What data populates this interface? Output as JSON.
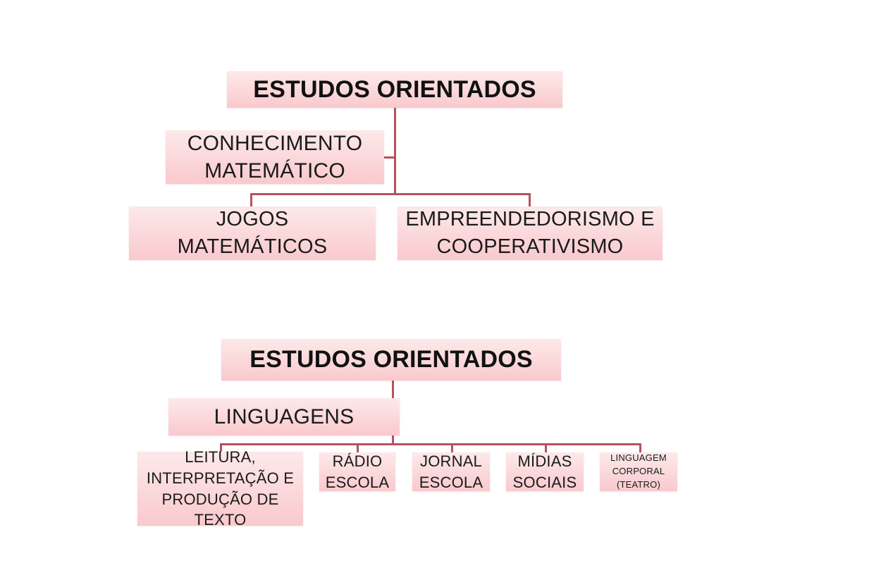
{
  "diagrams": [
    {
      "root": "ESTUDOS ORIENTADOS",
      "branch": "CONHECIMENTO\nMATEMÁTICO",
      "children": [
        "JOGOS\nMATEMÁTICOS",
        "EMPREENDEDORISMO E\nCOOPERATIVISMO"
      ]
    },
    {
      "root": "ESTUDOS ORIENTADOS",
      "branch": "LINGUAGENS",
      "children": [
        "LEITURA,\nINTERPRETAÇÃO E\nPRODUÇÃO DE\nTEXTO",
        "RÁDIO\nESCOLA",
        "JORNAL\nESCOLA",
        "MÍDIAS\nSOCIAIS",
        "LINGUAGEM\nCORPORAL\n(TEATRO)"
      ]
    }
  ],
  "colors": {
    "box_top": "#fde9ea",
    "box_bottom": "#f9c9cd",
    "connector": "#b5525e",
    "text": "#1a1a1a"
  }
}
